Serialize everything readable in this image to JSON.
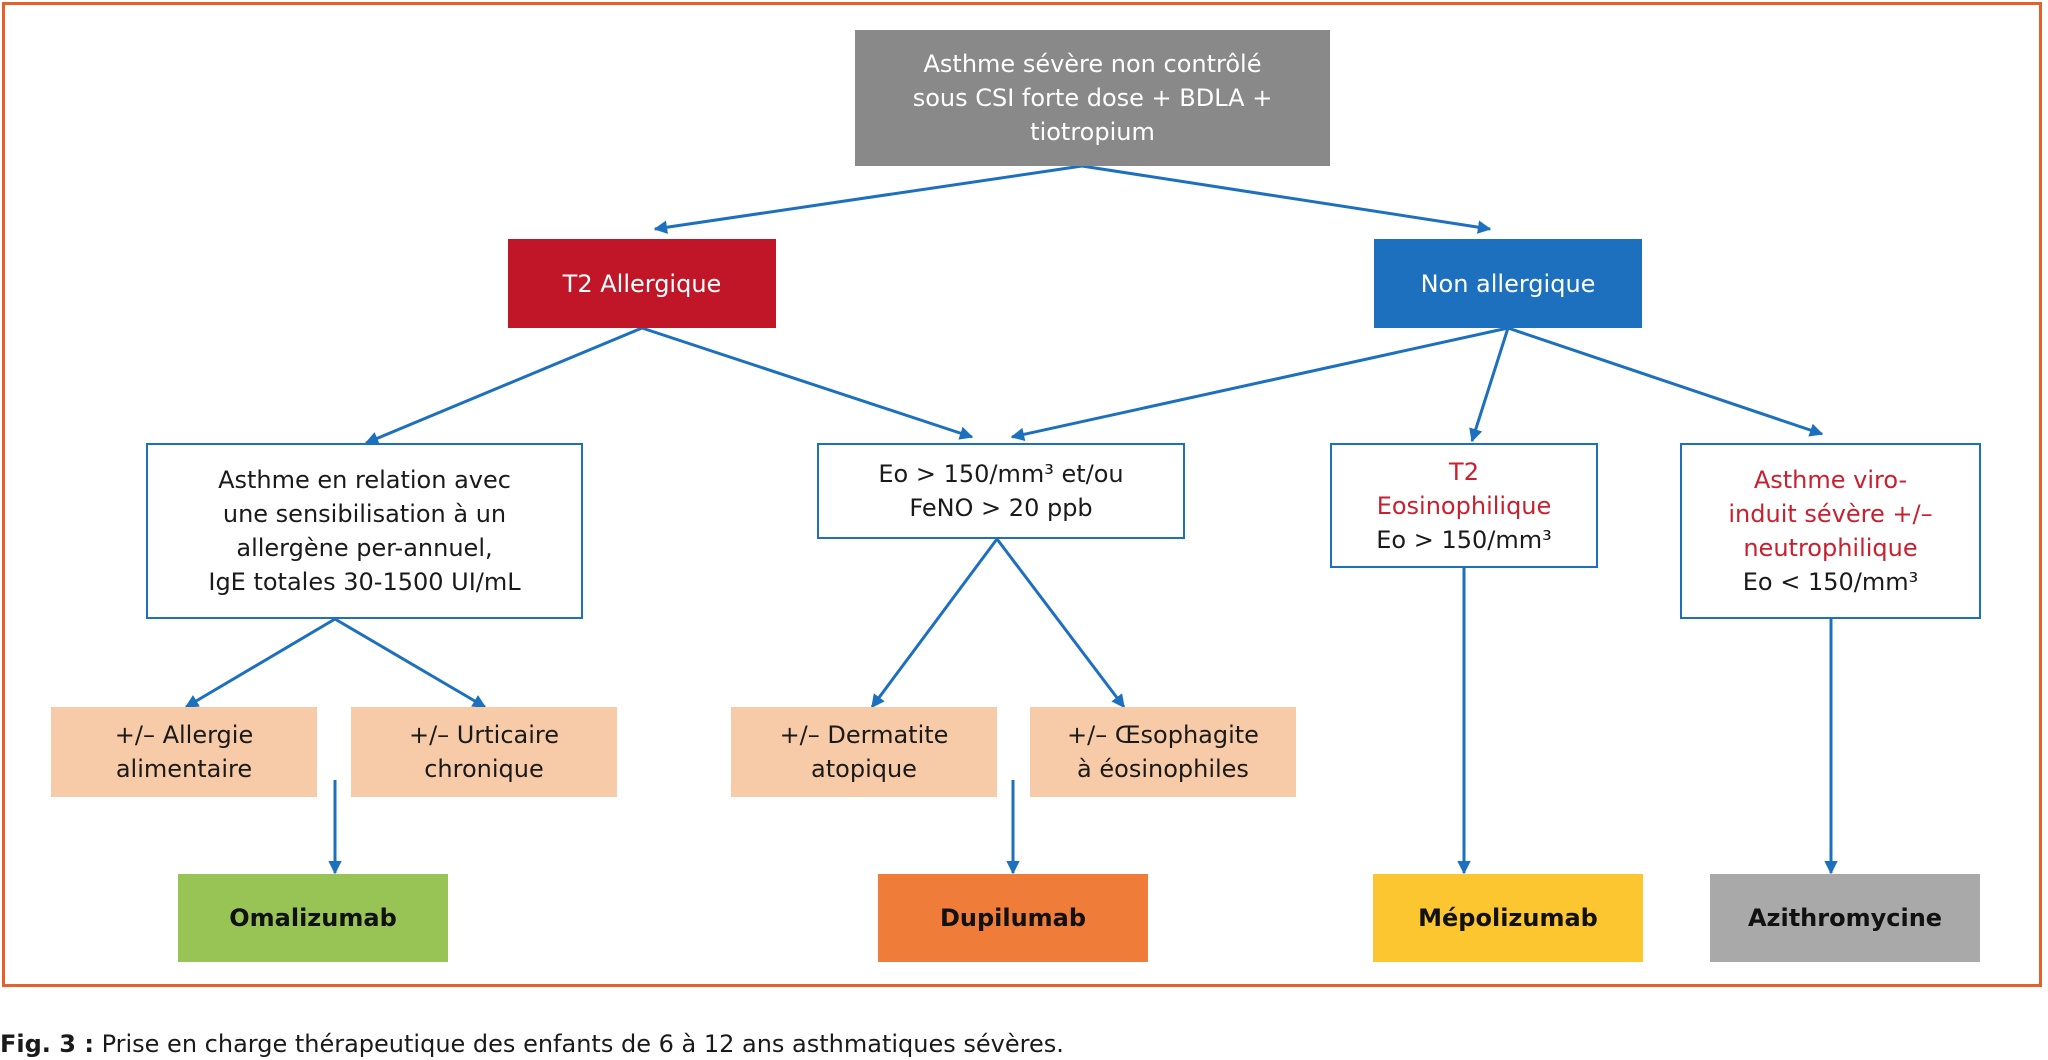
{
  "nodes": {
    "root": {
      "lines": [
        "Asthme sévère non contrôlé",
        "sous CSI forte dose + BDLA +",
        "tiotropium"
      ]
    },
    "t2_allergique": {
      "label": "T2 Allergique"
    },
    "non_allergique": {
      "label": "Non allergique"
    },
    "sensibilisation": {
      "lines": [
        "Asthme en relation avec",
        "une sensibilisation à un",
        "allergène per-annuel,",
        "IgE totales 30-1500 UI/mL"
      ]
    },
    "eo_feno": {
      "lines": [
        "Eo > 150/mm³ et/ou",
        "FeNO > 20 ppb"
      ]
    },
    "t2_eosino": {
      "title_lines": [
        "T2",
        "Eosinophilique"
      ],
      "line": "Eo > 150/mm³"
    },
    "viro": {
      "title_lines": [
        "Asthme viro-",
        "induit sévère +/–",
        "neutrophilique"
      ],
      "line": "Eo < 150/mm³"
    },
    "allergie_alimentaire": {
      "lines": [
        "+/– Allergie",
        "alimentaire"
      ]
    },
    "urticaire": {
      "lines": [
        "+/– Urticaire",
        "chronique"
      ]
    },
    "dermatite": {
      "lines": [
        "+/– Dermatite",
        "atopique"
      ]
    },
    "oesophagite": {
      "lines": [
        "+/– Œsophagite",
        "à éosinophiles"
      ]
    },
    "omalizumab": {
      "label": "Omalizumab"
    },
    "dupilumab": {
      "label": "Dupilumab"
    },
    "mepolizumab": {
      "label": "Mépolizumab"
    },
    "azithromycine": {
      "label": "Azithromycine"
    }
  },
  "caption": {
    "label": "Fig. 3 :",
    "text": " Prise en charge thérapeutique des enfants de 6 à 12 ans asthmatiques sévères."
  },
  "colors": {
    "frame": "#e5602a",
    "arrow": "#1c70bd",
    "root": "#898989",
    "allergic": "#c01627",
    "non_allergic": "#1c70bd",
    "comorbidity": "#f8cba8",
    "omalizumab": "#98c455",
    "dupilumab": "#ef7c38",
    "mepolizumab": "#fcc631",
    "azithromycine": "#a9a9a9",
    "highlight_text": "#c9202f"
  }
}
